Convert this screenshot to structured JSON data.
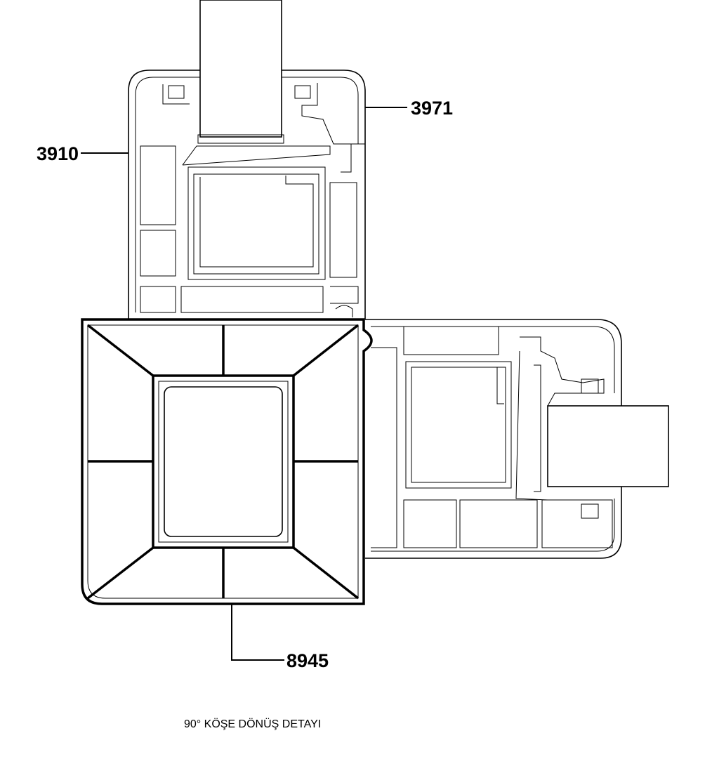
{
  "labels": {
    "top_frame": "3910",
    "top_sash": "3971",
    "corner_post": "8945"
  },
  "caption": "90° KÖŞE DÖNÜŞ DETAYI"
}
